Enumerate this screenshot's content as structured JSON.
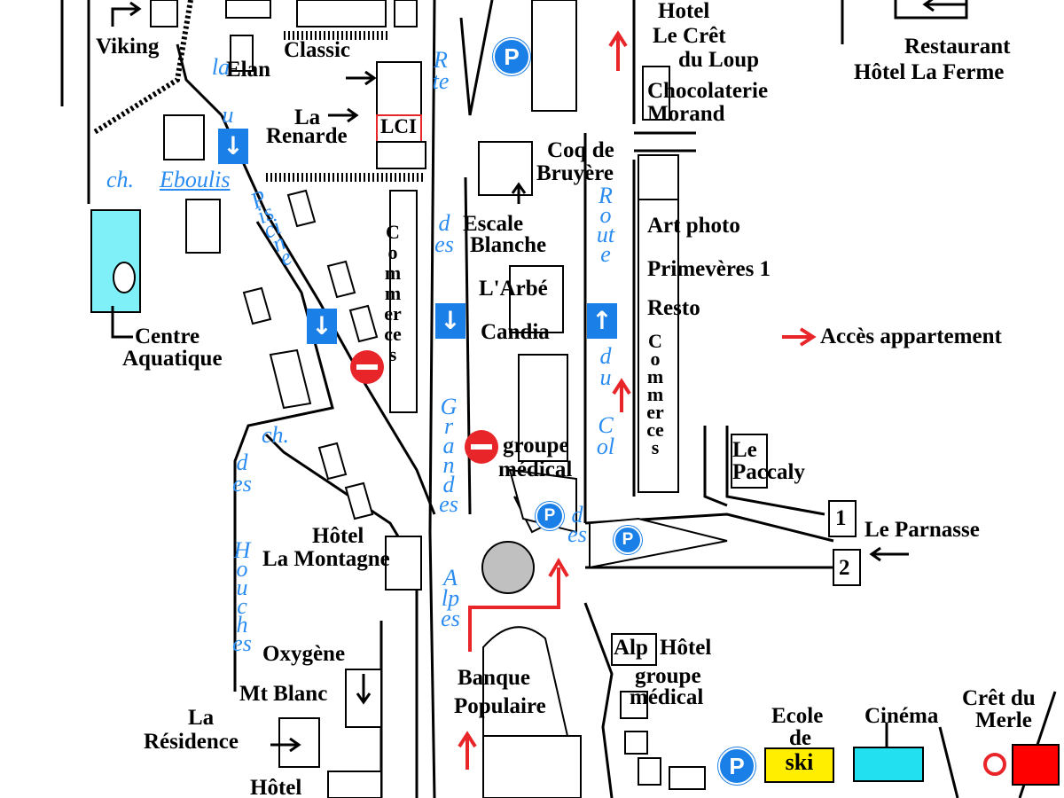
{
  "labels": {
    "viking": "Viking",
    "classic": "Classic",
    "elan": "Elan",
    "la": "La",
    "renarde": "Renarde",
    "lci": "LCI",
    "hotel_top": "Hotel",
    "le_cret": "Le Crêt",
    "du_loup": "du Loup",
    "chocolaterie": "Chocolaterie",
    "morand": "Morand",
    "restaurant": "Restaurant",
    "hotel_la_ferme": "Hôtel La Ferme",
    "coq_de": "Coq de",
    "bruyere": "Bruyère",
    "escale": "Escale",
    "blanche": "Blanche",
    "larbe": "L'Arbé",
    "candia": "Candia",
    "art_photo": "Art photo",
    "primeveres": "Primevères 1",
    "resto": "Resto",
    "acces": "Accès appartement",
    "centre": "Centre",
    "aquatique": "Aquatique",
    "le": "Le",
    "paccaly": "Paccaly",
    "groupe": "groupe",
    "medical": "médical",
    "le_parnasse": "Le Parnasse",
    "num1": "1",
    "num2": "2",
    "hotel_mont": "Hôtel",
    "la_montagne": "La Montagne",
    "oxygene": "Oxygène",
    "mt_blanc": "Mt Blanc",
    "la_res": "La",
    "residence": "Résidence",
    "hotel_bottom": "Hôtel",
    "banque": "Banque",
    "populaire": "Populaire",
    "alp": "Alp",
    "hotel_alp": "Hôtel",
    "groupe2": "groupe",
    "medical2": "médical",
    "ecole": "Ecole",
    "de": "de",
    "ski": "ski",
    "cinema": "Cinéma",
    "cret_du": "Crêt du",
    "merle": "Merle",
    "commerces_left": "Commerces",
    "commerces_right": "Commerces",
    "parking_letter": "P"
  },
  "streets": {
    "rte": "Rte",
    "la_v": "la",
    "u_v": "u",
    "ch1": "ch.",
    "eboulis": "Eboulis",
    "piscine": "Piscine",
    "des1": "des",
    "route": "Route",
    "du": "du",
    "col": "Col",
    "grandes": "Grandes",
    "alpes": "Alpes",
    "des2": "des",
    "ch2": "ch.",
    "des3": "des",
    "houches": "Houches"
  },
  "colors": {
    "street_text": "#2a8cf0",
    "parking": "#1a7fe6",
    "no_entry": "#e8262a",
    "arrow_red": "#e8262a",
    "pool": "#80f0f8",
    "ski_box": "#ffee00",
    "cinema_box": "#22e0f0",
    "roundabout": "#c0c0c0"
  },
  "icons": {
    "parking": "parking-icon",
    "no_entry": "no-entry-icon",
    "one_way_down": "one-way-down-icon",
    "one_way_up": "one-way-up-icon",
    "access_arrow": "red-arrow-icon",
    "snowflake": "snowflake-icon"
  }
}
